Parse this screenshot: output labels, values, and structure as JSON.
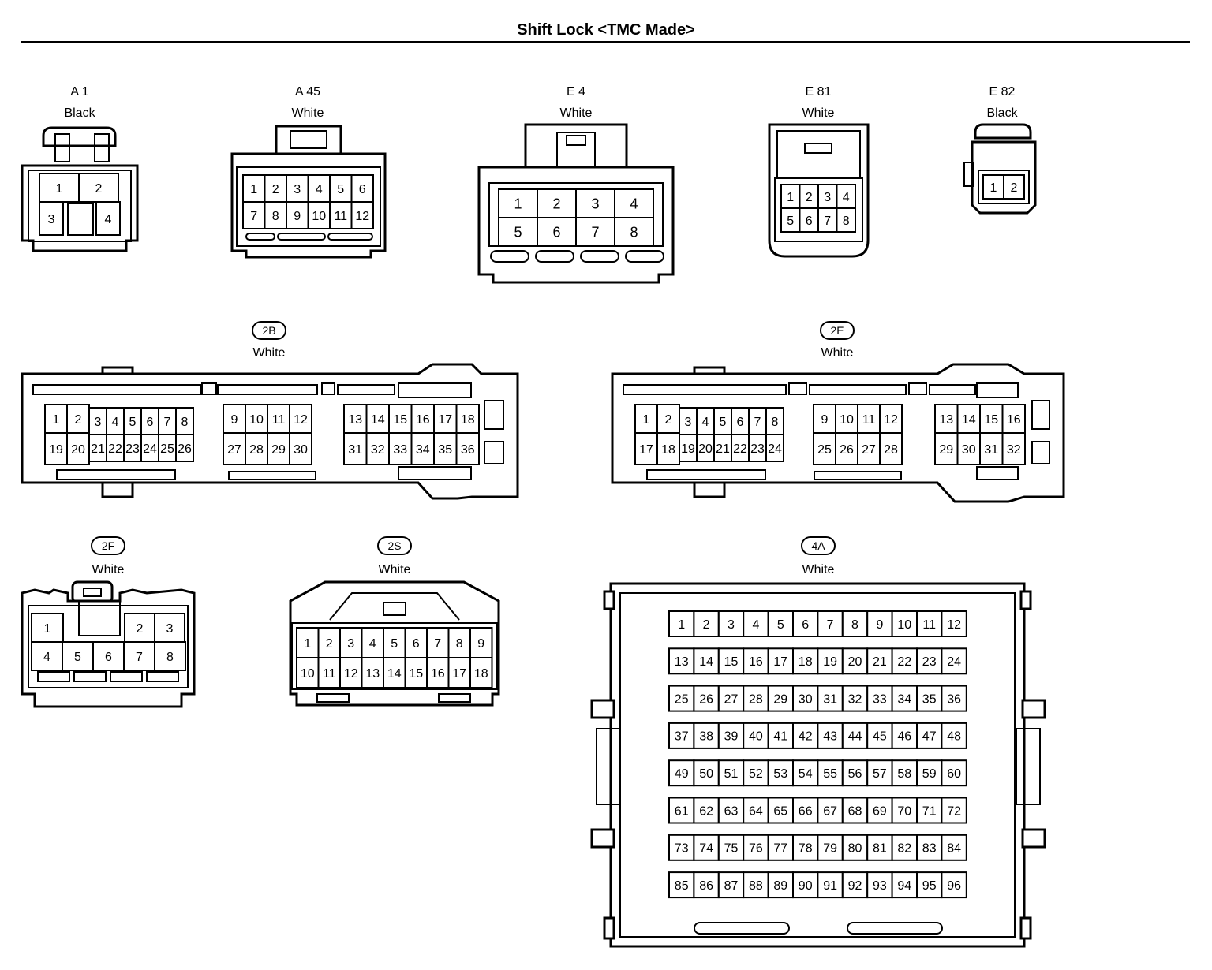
{
  "title": "Shift Lock <TMC Made>",
  "connectors": [
    {
      "code": "A 1",
      "color": "Black",
      "pins": [
        "1",
        "2",
        "3",
        "4"
      ]
    },
    {
      "code": "A 45",
      "color": "White",
      "pins": [
        "1",
        "2",
        "3",
        "4",
        "5",
        "6",
        "7",
        "8",
        "9",
        "10",
        "11",
        "12"
      ]
    },
    {
      "code": "E 4",
      "color": "White",
      "pins": [
        "1",
        "2",
        "3",
        "4",
        "5",
        "6",
        "7",
        "8"
      ]
    },
    {
      "code": "E 81",
      "color": "White",
      "pins": [
        "1",
        "2",
        "3",
        "4",
        "5",
        "6",
        "7",
        "8"
      ]
    },
    {
      "code": "E 82",
      "color": "Black",
      "pins": [
        "1",
        "2"
      ]
    },
    {
      "code": "2B",
      "color": "White",
      "pins": [
        "1",
        "2",
        "3",
        "4",
        "5",
        "6",
        "7",
        "8",
        "9",
        "10",
        "11",
        "12",
        "13",
        "14",
        "15",
        "16",
        "17",
        "18",
        "19",
        "20",
        "21",
        "22",
        "23",
        "24",
        "25",
        "26",
        "27",
        "28",
        "29",
        "30",
        "31",
        "32",
        "33",
        "34",
        "35",
        "36"
      ]
    },
    {
      "code": "2E",
      "color": "White",
      "pins": [
        "1",
        "2",
        "3",
        "4",
        "5",
        "6",
        "7",
        "8",
        "9",
        "10",
        "11",
        "12",
        "13",
        "14",
        "15",
        "16",
        "17",
        "18",
        "19",
        "20",
        "21",
        "22",
        "23",
        "24",
        "25",
        "26",
        "27",
        "28",
        "29",
        "30",
        "31",
        "32"
      ]
    },
    {
      "code": "2F",
      "color": "White",
      "pins": [
        "1",
        "2",
        "3",
        "4",
        "5",
        "6",
        "7",
        "8"
      ]
    },
    {
      "code": "2S",
      "color": "White",
      "pins": [
        "1",
        "2",
        "3",
        "4",
        "5",
        "6",
        "7",
        "8",
        "9",
        "10",
        "11",
        "12",
        "13",
        "14",
        "15",
        "16",
        "17",
        "18"
      ]
    },
    {
      "code": "4A",
      "color": "White",
      "pin_count": 96
    }
  ]
}
